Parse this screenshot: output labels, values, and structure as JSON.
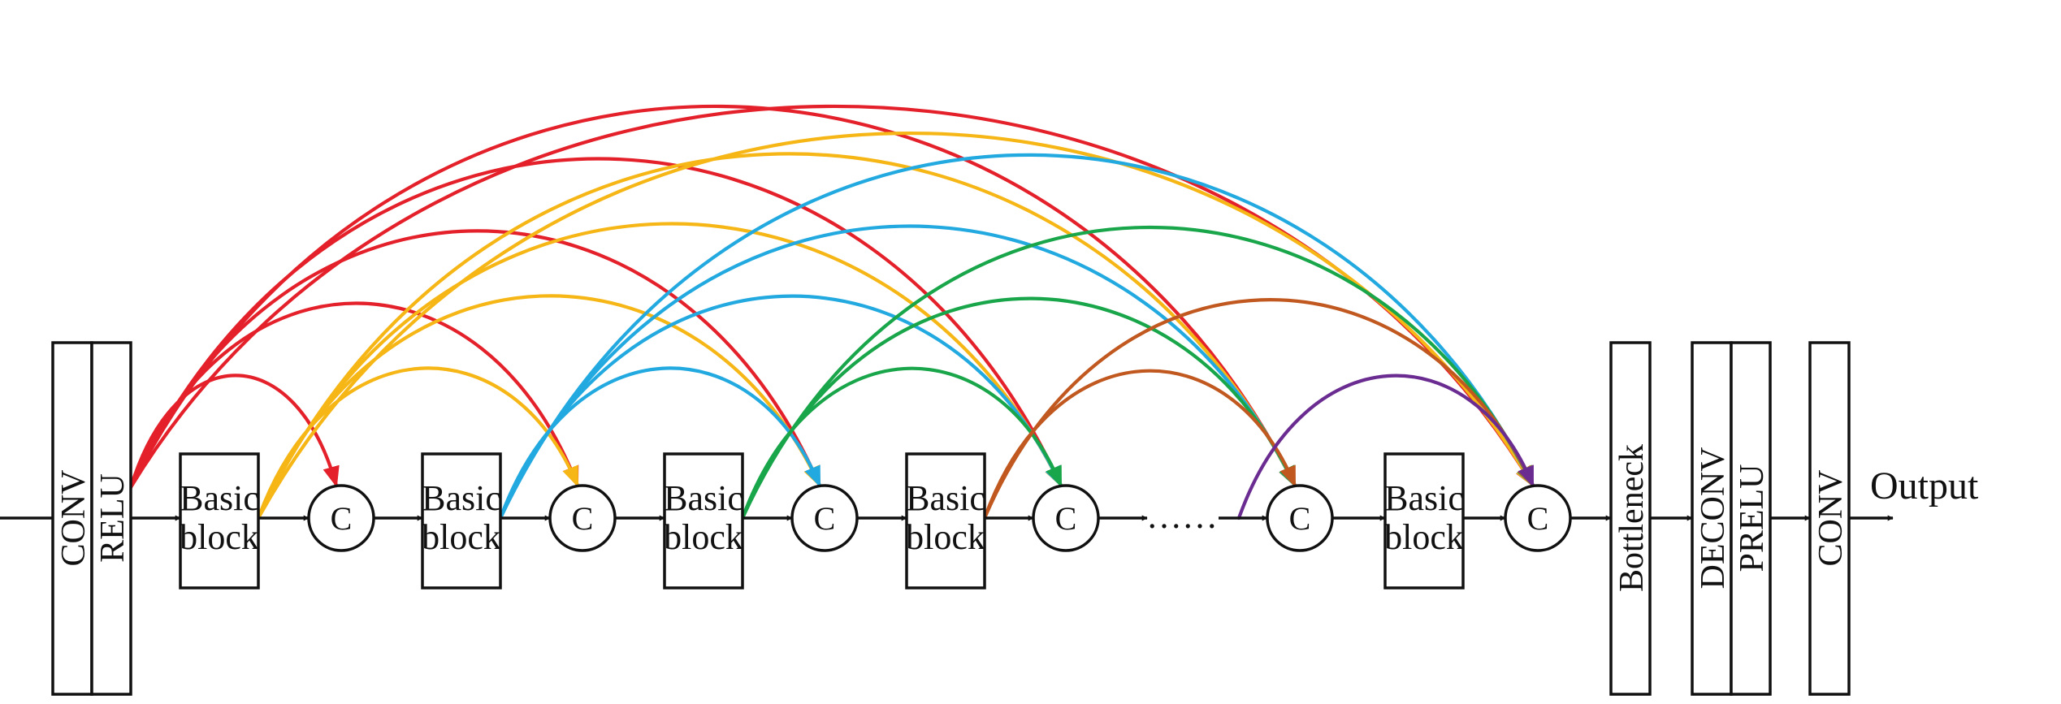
{
  "colors": {
    "red": "#e4212a",
    "yellow": "#f5b616",
    "blue": "#22a9e0",
    "green": "#19a64a",
    "brown": "#c0581f",
    "purple": "#6a2c91"
  },
  "labels": {
    "conv": "CONV",
    "relu": "RELU",
    "basic_line1": "Basic",
    "basic_line2": "block",
    "concat": "C",
    "ellipsis": "……",
    "bottleneck": "Bottleneck",
    "deconv": "DECONV",
    "prelu": "PRELU",
    "conv_out": "CONV",
    "output": "Output"
  },
  "skip_connections": [
    {
      "from": "relu",
      "to": "c1",
      "color": "red"
    },
    {
      "from": "relu",
      "to": "c2",
      "color": "red"
    },
    {
      "from": "relu",
      "to": "c3",
      "color": "red"
    },
    {
      "from": "relu",
      "to": "c4",
      "color": "red"
    },
    {
      "from": "relu",
      "to": "c5",
      "color": "red"
    },
    {
      "from": "relu",
      "to": "c6",
      "color": "red"
    },
    {
      "from": "basic_block_1",
      "to": "c2",
      "color": "yellow"
    },
    {
      "from": "basic_block_1",
      "to": "c3",
      "color": "yellow"
    },
    {
      "from": "basic_block_1",
      "to": "c4",
      "color": "yellow"
    },
    {
      "from": "basic_block_1",
      "to": "c5",
      "color": "yellow"
    },
    {
      "from": "basic_block_1",
      "to": "c6",
      "color": "yellow"
    },
    {
      "from": "basic_block_2",
      "to": "c3",
      "color": "blue"
    },
    {
      "from": "basic_block_2",
      "to": "c4",
      "color": "blue"
    },
    {
      "from": "basic_block_2",
      "to": "c5",
      "color": "blue"
    },
    {
      "from": "basic_block_2",
      "to": "c6",
      "color": "blue"
    },
    {
      "from": "basic_block_3",
      "to": "c4",
      "color": "green"
    },
    {
      "from": "basic_block_3",
      "to": "c5",
      "color": "green"
    },
    {
      "from": "basic_block_3",
      "to": "c6",
      "color": "green"
    },
    {
      "from": "basic_block_4",
      "to": "c5",
      "color": "brown"
    },
    {
      "from": "basic_block_4",
      "to": "c6",
      "color": "brown"
    },
    {
      "from": "ellipsis",
      "to": "c6",
      "color": "purple"
    }
  ]
}
